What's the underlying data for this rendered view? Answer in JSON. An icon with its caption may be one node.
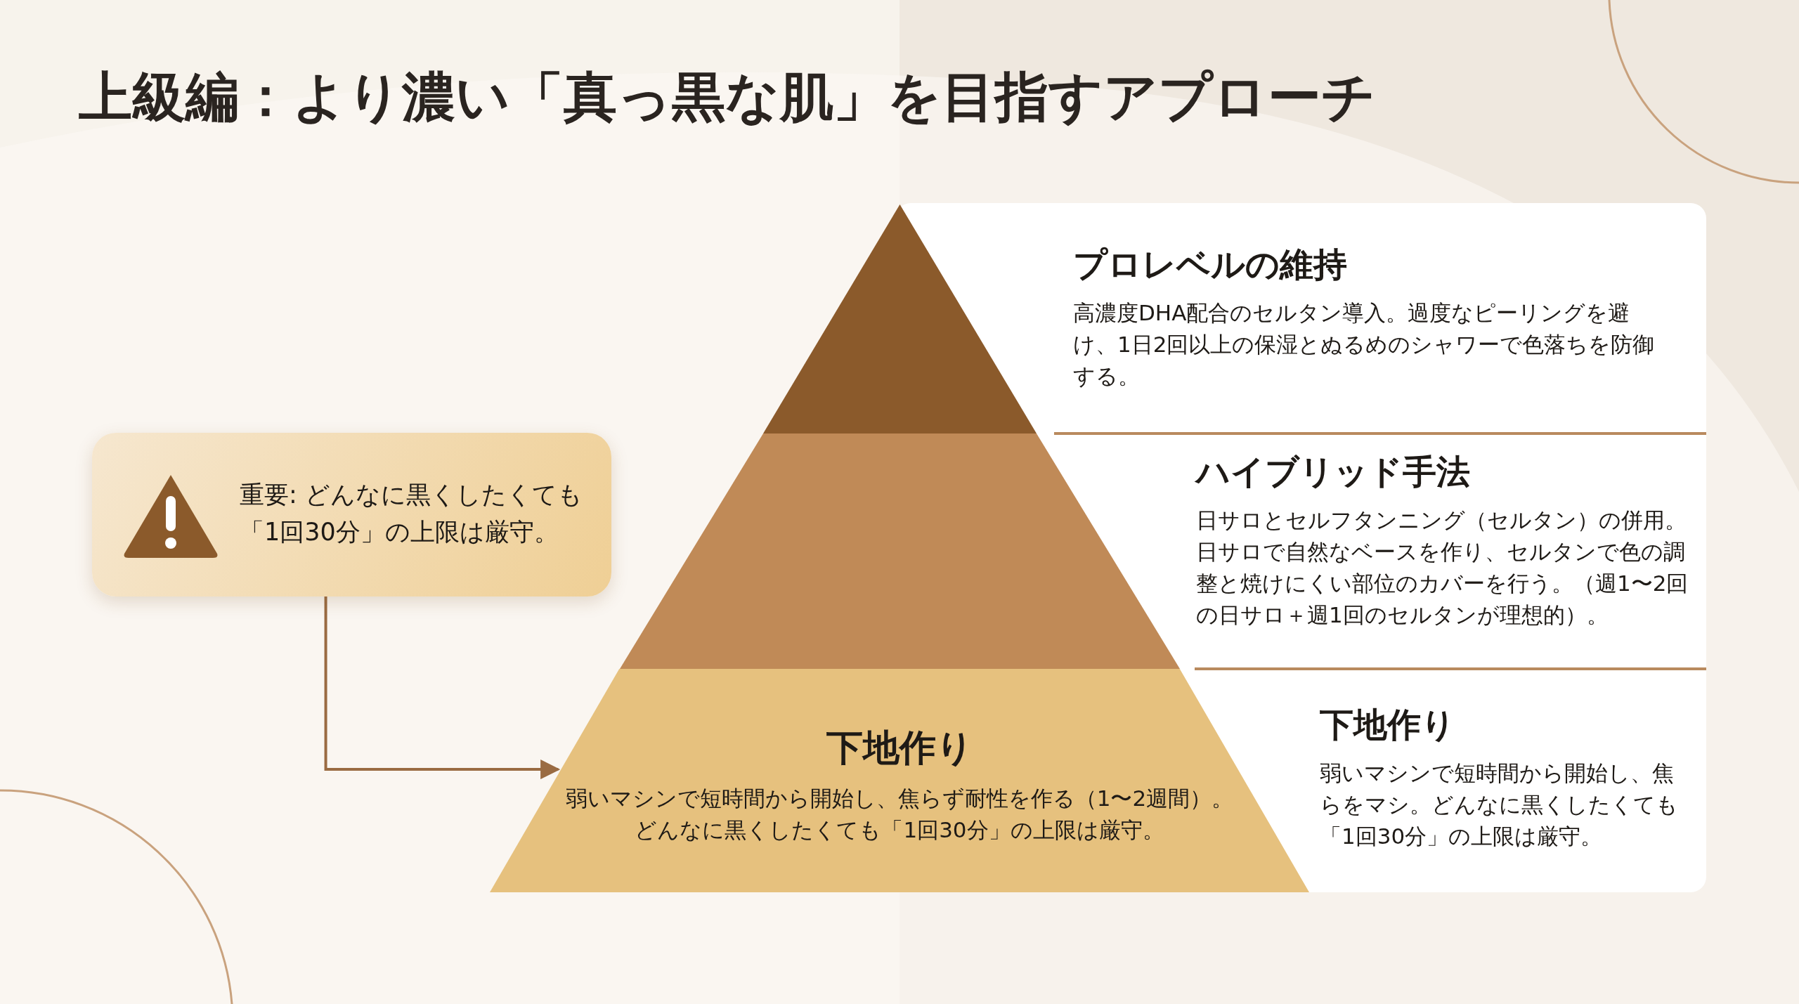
{
  "diagram": {
    "title": "上級編：より濃い「真っ黒な肌」を目指すアプローチ",
    "nodes": [
      {
        "text": [
          "重要: どんなに黒くしたくても「1回30分」の上限は厳守。"
        ]
      },
      {
        "text": [],
        "shape": "triangle"
      },
      {
        "text": [],
        "shape": "trapezoid"
      },
      {
        "text": [
          "下地作り",
          "弱いマシンで短時間から開始し、焦らず耐性を作る（1〜2週間）。どんなに黒くしたくても「1回30分」の上限は厳守。"
        ]
      },
      {
        "text": [
          "プロレベルの維持",
          "高濃度DHA配合のセルタン導入。過度なピーリングを避け、1日2回以上の保湿とぬるめのシャワーで色落ちを防御する。"
        ]
      },
      {
        "text": [
          "ハイブリッド手法",
          "日サロとセルフタンニング（セルタン）の併用。日サロで自然なベースを作り、セルタンで色の調整と焼けにくい部位のカバーを行う。（週1〜2回の日サロ＋週1回のセルタンが理想的）。"
        ]
      },
      {
        "text": [
          "下地作り",
          "弱いマシンで短時間から開始し、焦らをマシ。どんなに黒くしたくても「1回30分」の上限は厳守。"
        ]
      }
    ],
    "edges": [
      {
        "from": 0,
        "to": 3,
        "arrow": "to"
      }
    ]
  }
}
